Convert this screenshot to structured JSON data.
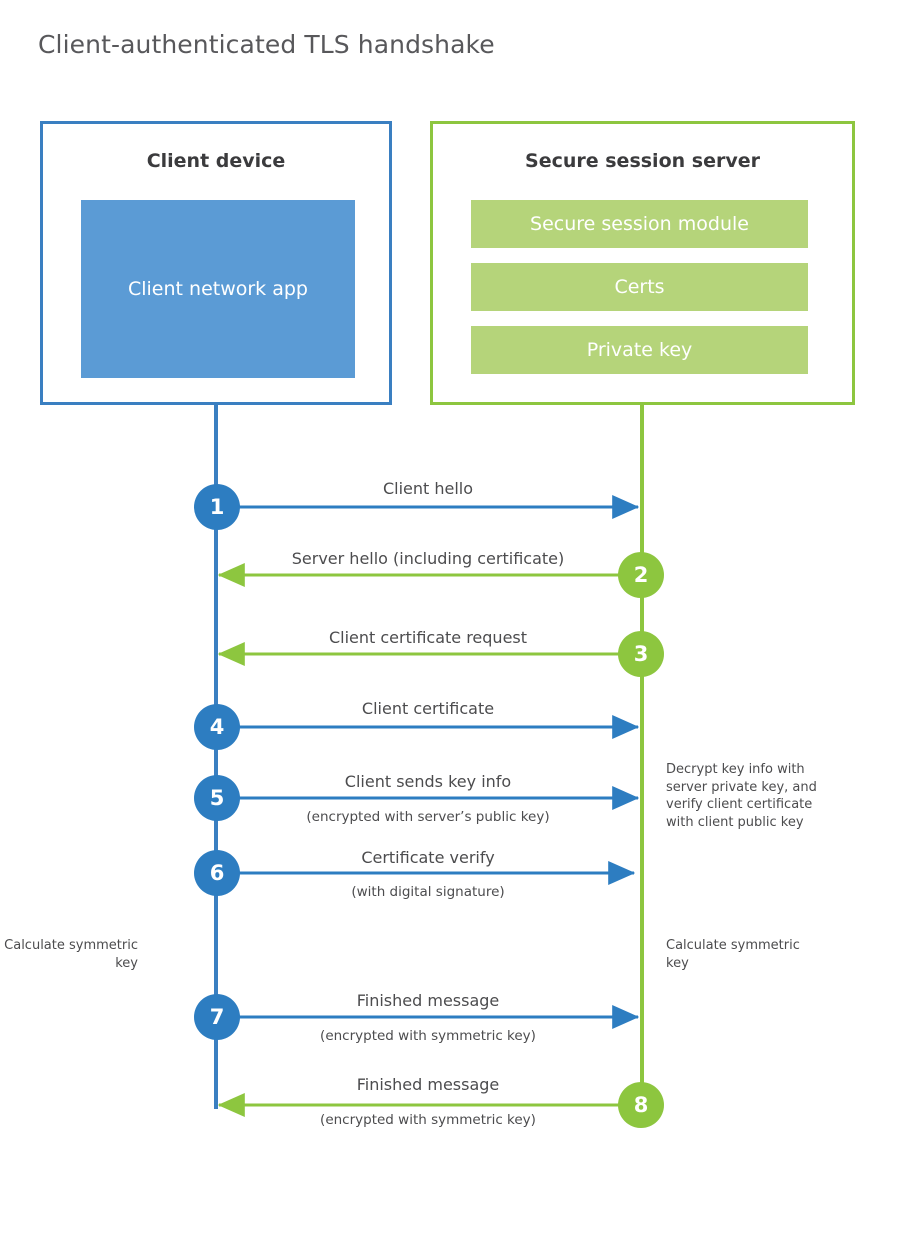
{
  "title": "Client-authenticated TLS handshake",
  "colors": {
    "client_blue": "#3a7fc1",
    "client_app_fill": "#5b9bd5",
    "server_green": "#8dc63f",
    "server_bar_fill": "#b5d47a",
    "step_blue": "#2d7dc1",
    "step_green": "#8dc63f",
    "text": "#4c4c4e",
    "title_text": "#58585b"
  },
  "actors": {
    "client": {
      "title": "Client device",
      "blocks": [
        "Client network app"
      ]
    },
    "server": {
      "title": "Secure session server",
      "blocks": [
        "Secure session module",
        "Certs",
        "Private key"
      ]
    }
  },
  "steps": [
    {
      "number": "1",
      "label": "Client hello",
      "sub": "",
      "direction": "client-to-server",
      "color": "blue"
    },
    {
      "number": "2",
      "label": "Server hello (including certificate)",
      "sub": "",
      "direction": "server-to-client",
      "color": "green"
    },
    {
      "number": "3",
      "label": "Client certificate request",
      "sub": "",
      "direction": "server-to-client",
      "color": "green"
    },
    {
      "number": "4",
      "label": "Client certificate",
      "sub": "",
      "direction": "client-to-server",
      "color": "blue"
    },
    {
      "number": "5",
      "label": "Client sends key info",
      "sub": "(encrypted with server’s public key)",
      "direction": "client-to-server",
      "color": "blue"
    },
    {
      "number": "6",
      "label": "Certificate verify",
      "sub": "(with digital signature)",
      "direction": "client-to-server",
      "color": "blue"
    },
    {
      "number": "7",
      "label": "Finished message",
      "sub": "(encrypted with symmetric key)",
      "direction": "client-to-server",
      "color": "blue"
    },
    {
      "number": "8",
      "label": "Finished message",
      "sub": "(encrypted with symmetric key)",
      "direction": "server-to-client",
      "color": "green"
    }
  ],
  "annotations": {
    "server_decrypt": "Decrypt key info with server private key, and verify client certificate with client public key",
    "client_calculate": "Calculate symmetric key",
    "server_calculate": "Calculate symmetric key"
  }
}
